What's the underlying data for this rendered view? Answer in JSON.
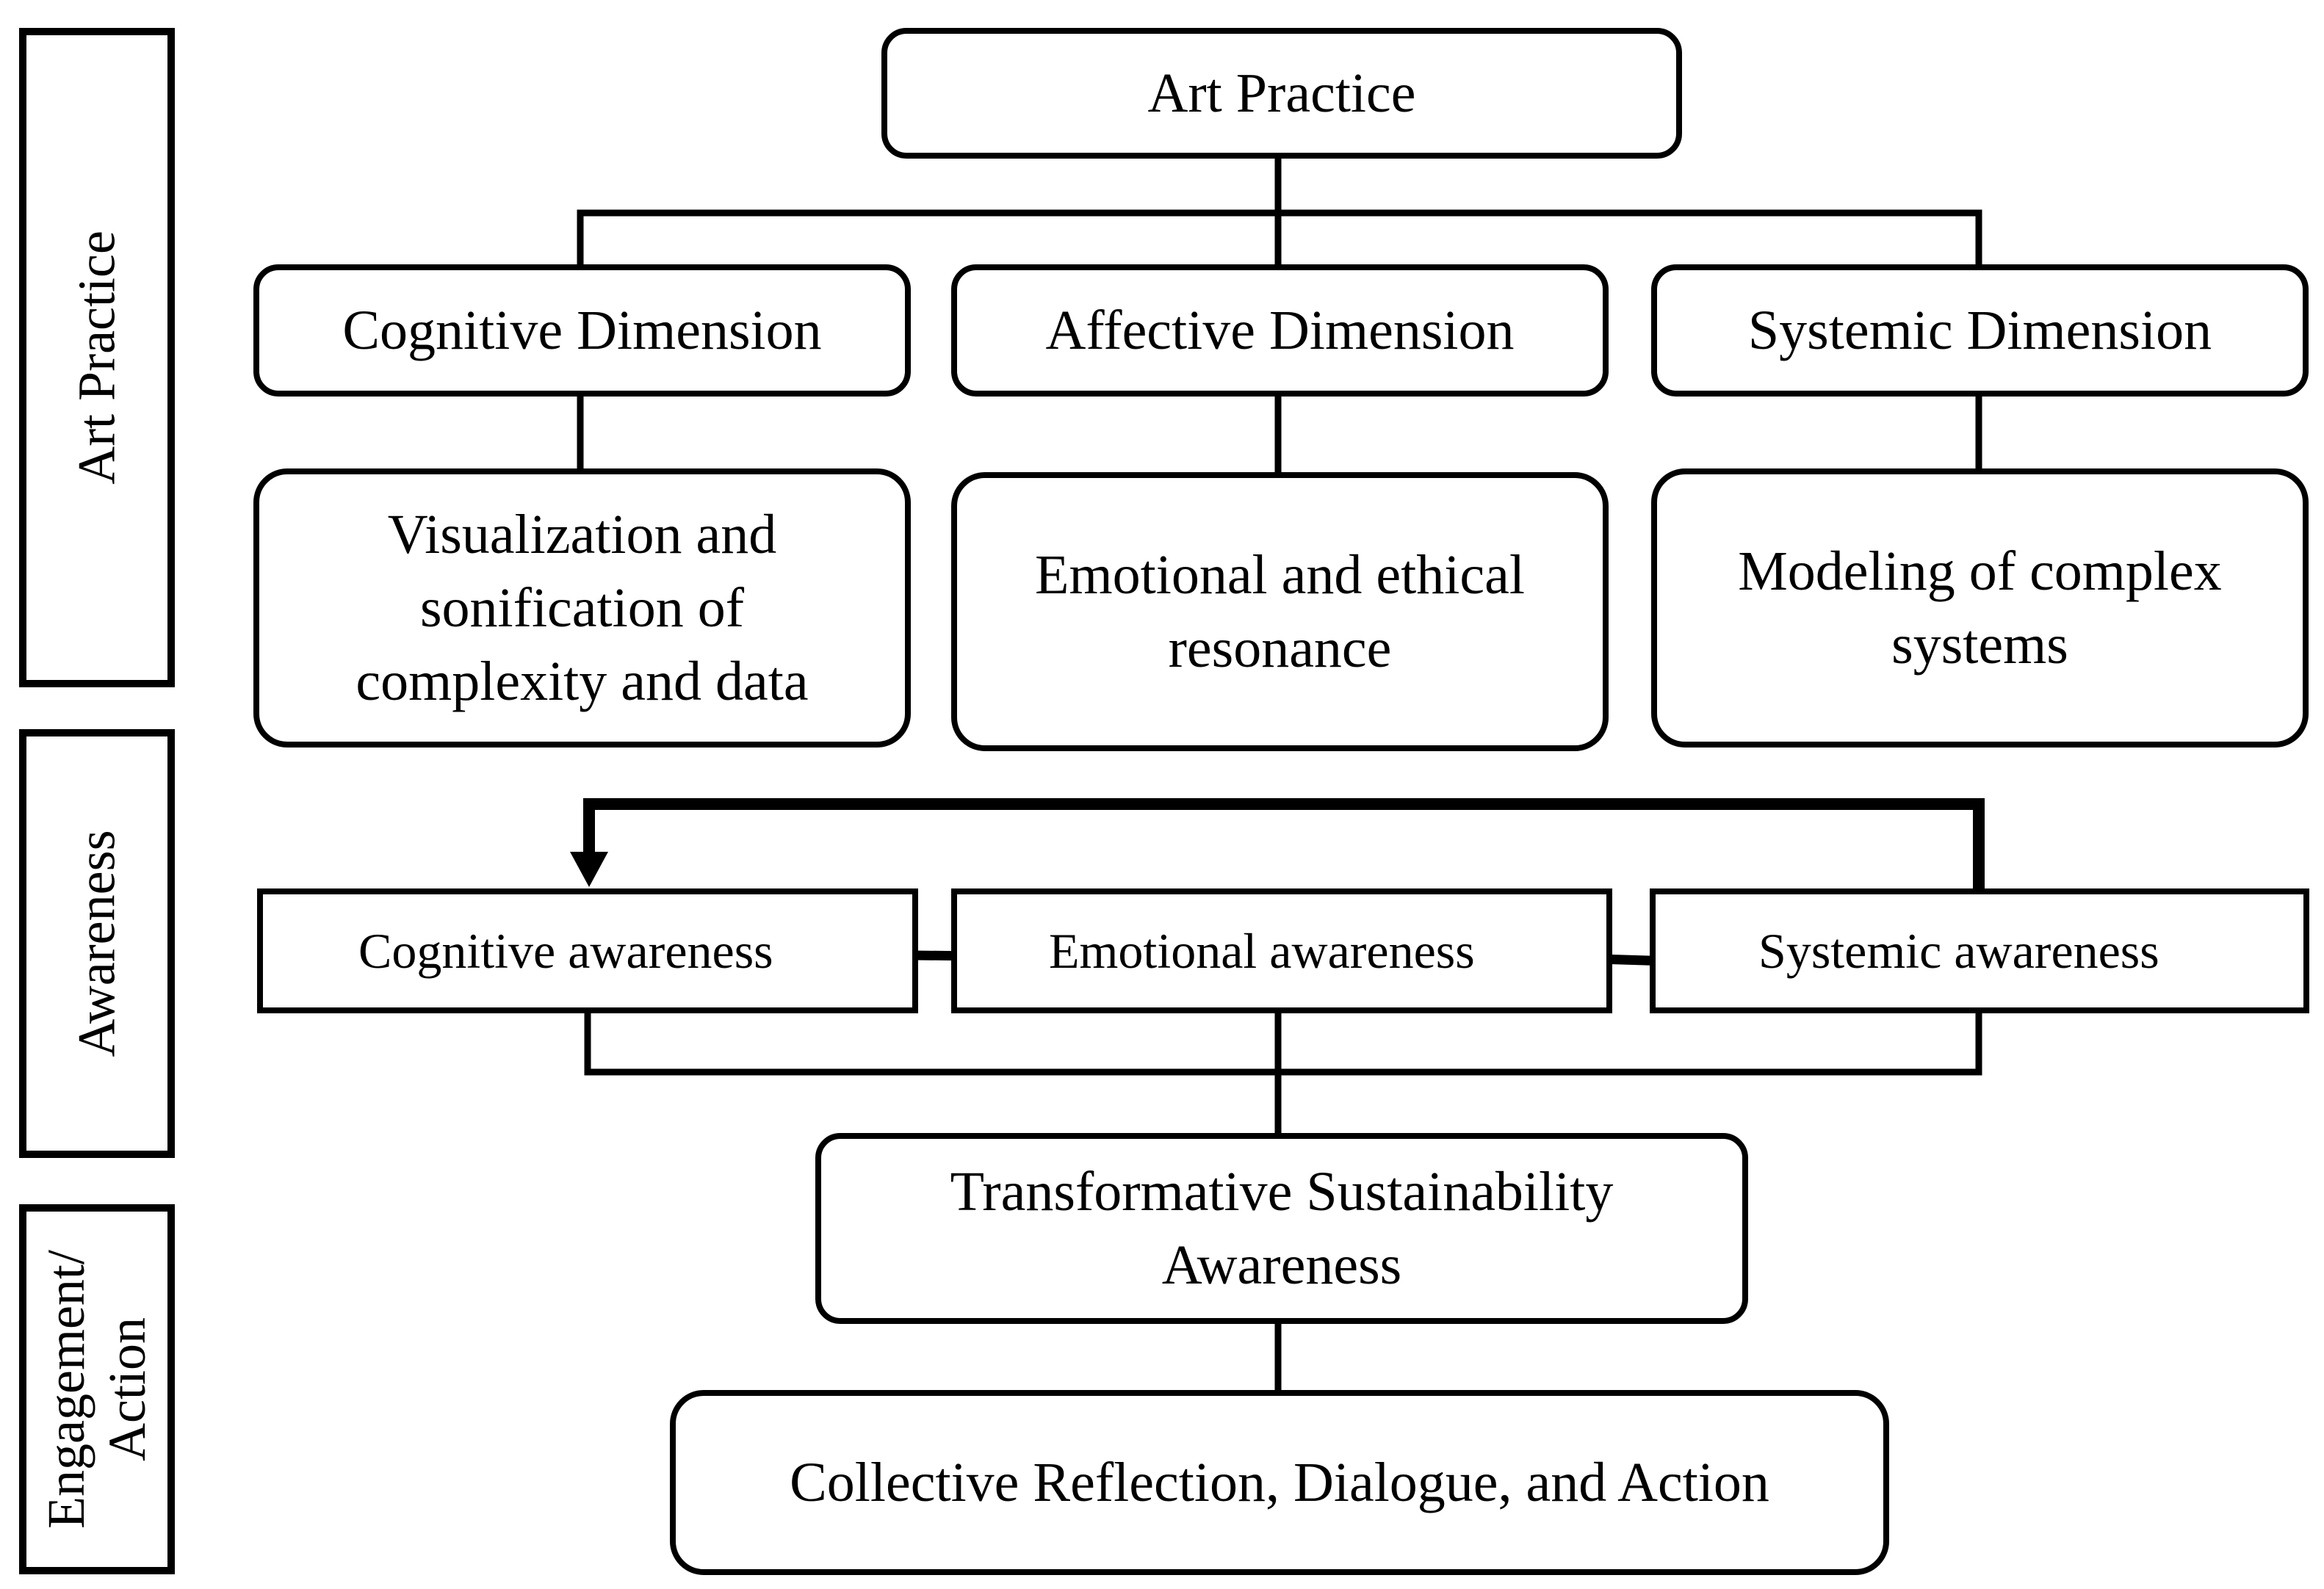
{
  "side_labels": {
    "art_practice": "Art Practice",
    "awareness": "Awareness",
    "engagement_line1": "Engagement/",
    "engagement_line2": "Action"
  },
  "top": {
    "title": "Art Practice"
  },
  "dimensions": {
    "cognitive": "Cognitive Dimension",
    "affective": "Affective Dimension",
    "systemic": "Systemic Dimension"
  },
  "practices": {
    "cognitive_line1": "Visualization and",
    "cognitive_line2": "sonification of",
    "cognitive_line3": "complexity and data",
    "affective_line1": "Emotional and ethical",
    "affective_line2": "resonance",
    "systemic_line1": "Modeling of complex",
    "systemic_line2": "systems"
  },
  "awareness": {
    "cognitive": "Cognitive awareness",
    "emotional": "Emotional awareness",
    "systemic": "Systemic awareness"
  },
  "transformative": {
    "line1": "Transformative Sustainability",
    "line2": "Awareness"
  },
  "action": {
    "label": "Collective Reflection, Dialogue, and Action"
  }
}
